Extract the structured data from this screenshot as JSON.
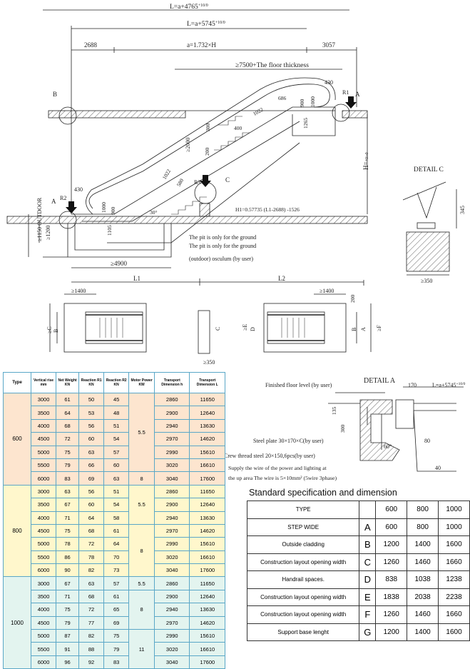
{
  "drawing": {
    "dim_top": "L=a+4765",
    "dim_top_tol": "+10/0",
    "dim_second": "L=a+5745",
    "dim_second_tol": "+10/0",
    "dim_left": "2688",
    "dim_mid": "a=1.732×H",
    "dim_right": "3057",
    "floor_thickness": "≥7500+The floor thickness",
    "d430_top": "430",
    "d686": "686",
    "d900_top": "900",
    "d1000_top": "1000",
    "d1022": "1022",
    "d1265": "1265",
    "d400": "400",
    "d300": "300",
    "d2000": "≥2000",
    "d200": "200",
    "d580": "580",
    "d1022b": "1022",
    "d1000_bot": "1000",
    "d900_bot": "900",
    "d30": "30°",
    "d1105": "1105",
    "d430_bot": "430",
    "d1200": "≥1200",
    "d1150": "≥1150 OUTDOOR",
    "d4900": "≥4900",
    "L1": "L1",
    "L2": "L2",
    "H_label": "H=",
    "H_tol": "+0/-0",
    "formula": "H1=0.57735 (L1-2688) -1526",
    "label_B": "B",
    "label_A1": "A",
    "label_A2": "A",
    "label_C": "C",
    "label_R1": "R1",
    "label_R2": "R2",
    "label_R3": "R3",
    "pit1": "The pit is only for the ground",
    "pit2": "The pit is only for the ground",
    "osculum": "(outdoor) osculum (by user)",
    "detailC": "DETAIL C",
    "d345": "345",
    "d350": "≥350",
    "d1400_left": "≥1400",
    "d1400_right": "≥1400",
    "dC": "≥C",
    "dB": "B",
    "dC2": "C",
    "dE": "≥E",
    "dD": "D",
    "dB2": "B",
    "dA": "A",
    "dF": "≥F",
    "d200b": "200",
    "d350b": "≥350"
  },
  "detailA": {
    "title": "DETAIL A",
    "finished_floor": "Finished floor level (by user)",
    "d170": "170",
    "L": "L=a+5745",
    "L_tol": "+10/0",
    "d135": "135",
    "d300": "300",
    "steel_plate": "Steel plate 30×170×C(by user)",
    "crew_steel": "Crew thread steel 20×150,6pcs(by user)",
    "supply1": "Supply the wire of the power and lighting at",
    "supply2": "the up area The wire is 5×10mm² (5wire 3phase)",
    "d60": "60°",
    "d80": "80",
    "d40": "40"
  },
  "spec": {
    "headers": [
      "Type",
      "Vertical rise mm",
      "Net Weight KN",
      "Reaction R1 KN",
      "Reaction R2 KN",
      "Motor Power KW",
      "Transport Dimension h",
      "Transport Dimension L"
    ],
    "groups": [
      {
        "type": "600",
        "rows": [
          [
            "3000",
            "61",
            "50",
            "45",
            "",
            "2860",
            "11650"
          ],
          [
            "3500",
            "64",
            "53",
            "48",
            "",
            "2900",
            "12640"
          ],
          [
            "4000",
            "68",
            "56",
            "51",
            "",
            "2940",
            "13630"
          ],
          [
            "4500",
            "72",
            "60",
            "54",
            "5.5",
            "2970",
            "14620"
          ],
          [
            "5000",
            "75",
            "63",
            "57",
            "",
            "2990",
            "15610"
          ],
          [
            "5500",
            "79",
            "66",
            "60",
            "",
            "3020",
            "16610"
          ],
          [
            "6000",
            "83",
            "69",
            "63",
            "8",
            "3040",
            "17600"
          ]
        ]
      },
      {
        "type": "800",
        "rows": [
          [
            "3000",
            "63",
            "56",
            "51",
            "",
            "2860",
            "11650"
          ],
          [
            "3500",
            "67",
            "60",
            "54",
            "5.5",
            "2900",
            "12640"
          ],
          [
            "4000",
            "71",
            "64",
            "58",
            "",
            "2940",
            "13630"
          ],
          [
            "4500",
            "75",
            "68",
            "61",
            "",
            "2970",
            "14620"
          ],
          [
            "5000",
            "78",
            "72",
            "64",
            "8",
            "2990",
            "15610"
          ],
          [
            "5500",
            "86",
            "78",
            "70",
            "",
            "3020",
            "16610"
          ],
          [
            "6000",
            "90",
            "82",
            "73",
            "",
            "3040",
            "17600"
          ]
        ]
      },
      {
        "type": "1000",
        "rows": [
          [
            "3000",
            "67",
            "63",
            "57",
            "5.5",
            "2860",
            "11650"
          ],
          [
            "3500",
            "71",
            "68",
            "61",
            "",
            "2900",
            "12640"
          ],
          [
            "4000",
            "75",
            "72",
            "65",
            "8",
            "2940",
            "13630"
          ],
          [
            "4500",
            "79",
            "77",
            "69",
            "",
            "2970",
            "14620"
          ],
          [
            "5000",
            "87",
            "82",
            "75",
            "",
            "2990",
            "15610"
          ],
          [
            "5500",
            "91",
            "88",
            "79",
            "11",
            "3020",
            "16610"
          ],
          [
            "6000",
            "96",
            "92",
            "83",
            "",
            "3040",
            "17600"
          ]
        ]
      }
    ]
  },
  "standard": {
    "title": "Standard specification and dimension",
    "rows": [
      {
        "label": "TYPE",
        "letter": "",
        "v": [
          "600",
          "800",
          "1000"
        ]
      },
      {
        "label": "STEP WIDE",
        "letter": "A",
        "v": [
          "600",
          "800",
          "1000"
        ]
      },
      {
        "label": "Outside cladding",
        "letter": "B",
        "v": [
          "1200",
          "1400",
          "1600"
        ]
      },
      {
        "label": "Construction layout opening width",
        "letter": "C",
        "v": [
          "1260",
          "1460",
          "1660"
        ]
      },
      {
        "label": "Handrail spaces.",
        "letter": "D",
        "v": [
          "838",
          "1038",
          "1238"
        ]
      },
      {
        "label": "Construction layout opening width",
        "letter": "E",
        "v": [
          "1838",
          "2038",
          "2238"
        ]
      },
      {
        "label": "Construction layout opening width",
        "letter": "F",
        "v": [
          "1260",
          "1460",
          "1660"
        ]
      },
      {
        "label": "Support base lenght",
        "letter": "G",
        "v": [
          "1200",
          "1400",
          "1600"
        ]
      }
    ]
  }
}
